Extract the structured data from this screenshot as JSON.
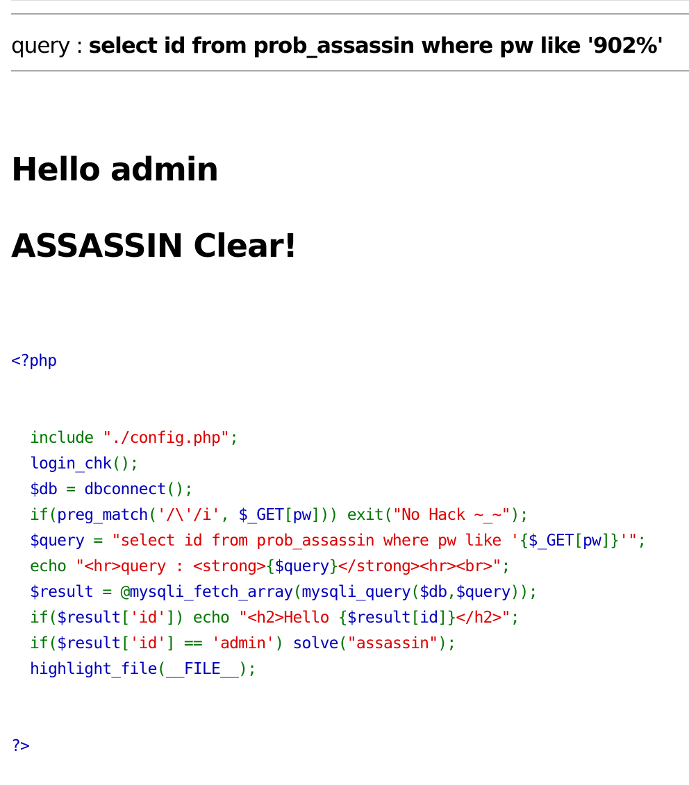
{
  "query_section": {
    "label": "query",
    "separator": " : ",
    "sql": "select id from prob_assassin where pw like '902%'"
  },
  "greeting": "Hello admin",
  "clear_message": "ASSASSIN Clear!",
  "source_code": {
    "open_tag": "<?php",
    "close_tag": "?>",
    "lines": [
      [
        {
          "t": "include ",
          "c": "keyword"
        },
        {
          "t": "\"./config.php\"",
          "c": "string"
        },
        {
          "t": ";",
          "c": "keyword"
        }
      ],
      [
        {
          "t": "login_chk",
          "c": "default"
        },
        {
          "t": "();",
          "c": "keyword"
        }
      ],
      [
        {
          "t": "$db ",
          "c": "default"
        },
        {
          "t": "= ",
          "c": "keyword"
        },
        {
          "t": "dbconnect",
          "c": "default"
        },
        {
          "t": "();",
          "c": "keyword"
        }
      ],
      [
        {
          "t": "if(",
          "c": "keyword"
        },
        {
          "t": "preg_match",
          "c": "default"
        },
        {
          "t": "(",
          "c": "keyword"
        },
        {
          "t": "'/\\'/i'",
          "c": "string"
        },
        {
          "t": ", ",
          "c": "keyword"
        },
        {
          "t": "$_GET",
          "c": "default"
        },
        {
          "t": "[",
          "c": "keyword"
        },
        {
          "t": "pw",
          "c": "default"
        },
        {
          "t": "])) exit(",
          "c": "keyword"
        },
        {
          "t": "\"No Hack ~_~\"",
          "c": "string"
        },
        {
          "t": ");",
          "c": "keyword"
        }
      ],
      [
        {
          "t": "$query ",
          "c": "default"
        },
        {
          "t": "= ",
          "c": "keyword"
        },
        {
          "t": "\"select id from prob_assassin where pw like '",
          "c": "string"
        },
        {
          "t": "{",
          "c": "keyword"
        },
        {
          "t": "$_GET",
          "c": "default"
        },
        {
          "t": "[",
          "c": "keyword"
        },
        {
          "t": "pw",
          "c": "default"
        },
        {
          "t": "]",
          "c": "keyword"
        },
        {
          "t": "}",
          "c": "keyword"
        },
        {
          "t": "'\"",
          "c": "string"
        },
        {
          "t": ";",
          "c": "keyword"
        }
      ],
      [
        {
          "t": "echo ",
          "c": "keyword"
        },
        {
          "t": "\"<hr>query : <strong>",
          "c": "string"
        },
        {
          "t": "{",
          "c": "keyword"
        },
        {
          "t": "$query",
          "c": "default"
        },
        {
          "t": "}",
          "c": "keyword"
        },
        {
          "t": "</strong><hr><br>\"",
          "c": "string"
        },
        {
          "t": ";",
          "c": "keyword"
        }
      ],
      [
        {
          "t": "$result ",
          "c": "default"
        },
        {
          "t": "= @",
          "c": "keyword"
        },
        {
          "t": "mysqli_fetch_array",
          "c": "default"
        },
        {
          "t": "(",
          "c": "keyword"
        },
        {
          "t": "mysqli_query",
          "c": "default"
        },
        {
          "t": "(",
          "c": "keyword"
        },
        {
          "t": "$db",
          "c": "default"
        },
        {
          "t": ",",
          "c": "keyword"
        },
        {
          "t": "$query",
          "c": "default"
        },
        {
          "t": "));",
          "c": "keyword"
        }
      ],
      [
        {
          "t": "if(",
          "c": "keyword"
        },
        {
          "t": "$result",
          "c": "default"
        },
        {
          "t": "[",
          "c": "keyword"
        },
        {
          "t": "'id'",
          "c": "string"
        },
        {
          "t": "]) echo ",
          "c": "keyword"
        },
        {
          "t": "\"<h2>Hello ",
          "c": "string"
        },
        {
          "t": "{",
          "c": "keyword"
        },
        {
          "t": "$result",
          "c": "default"
        },
        {
          "t": "[",
          "c": "keyword"
        },
        {
          "t": "id",
          "c": "default"
        },
        {
          "t": "]",
          "c": "keyword"
        },
        {
          "t": "}",
          "c": "keyword"
        },
        {
          "t": "</h2>\"",
          "c": "string"
        },
        {
          "t": ";",
          "c": "keyword"
        }
      ],
      [
        {
          "t": "if(",
          "c": "keyword"
        },
        {
          "t": "$result",
          "c": "default"
        },
        {
          "t": "[",
          "c": "keyword"
        },
        {
          "t": "'id'",
          "c": "string"
        },
        {
          "t": "] == ",
          "c": "keyword"
        },
        {
          "t": "'admin'",
          "c": "string"
        },
        {
          "t": ") ",
          "c": "keyword"
        },
        {
          "t": "solve",
          "c": "default"
        },
        {
          "t": "(",
          "c": "keyword"
        },
        {
          "t": "\"assassin\"",
          "c": "string"
        },
        {
          "t": ");",
          "c": "keyword"
        }
      ],
      [
        {
          "t": "highlight_file",
          "c": "default"
        },
        {
          "t": "(",
          "c": "keyword"
        },
        {
          "t": "__FILE__",
          "c": "default"
        },
        {
          "t": ");",
          "c": "keyword"
        }
      ]
    ]
  },
  "colors": {
    "default": "#0000bb",
    "keyword": "#007700",
    "string": "#dd0000",
    "rule": "#a8a8a8"
  }
}
